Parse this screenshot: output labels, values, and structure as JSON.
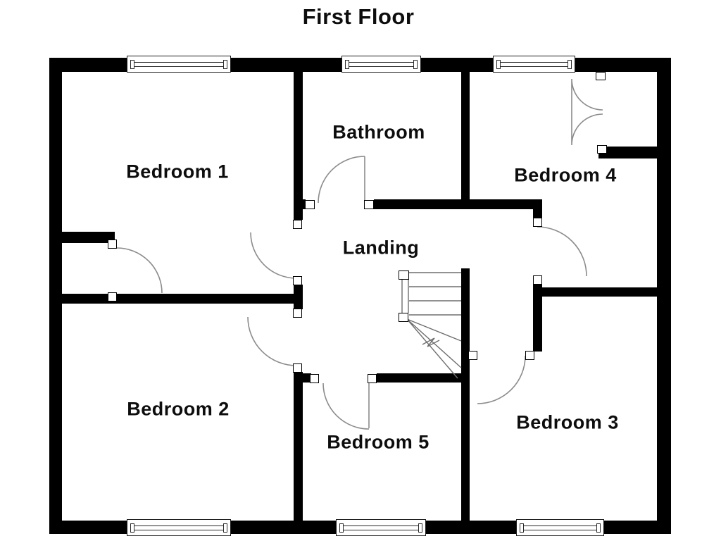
{
  "title": "First Floor",
  "rooms": {
    "bedroom1": {
      "label": "Bedroom 1"
    },
    "bedroom2": {
      "label": "Bedroom 2"
    },
    "bedroom3": {
      "label": "Bedroom 3"
    },
    "bedroom4": {
      "label": "Bedroom 4"
    },
    "bedroom5": {
      "label": "Bedroom 5"
    },
    "bathroom": {
      "label": "Bathroom"
    },
    "landing": {
      "label": "Landing"
    }
  },
  "colors": {
    "wall": "#000000",
    "background": "#ffffff",
    "door_swing": "#8c8c8c",
    "stair_lines": "#6e6e6e",
    "text": "#0d0d0d"
  }
}
